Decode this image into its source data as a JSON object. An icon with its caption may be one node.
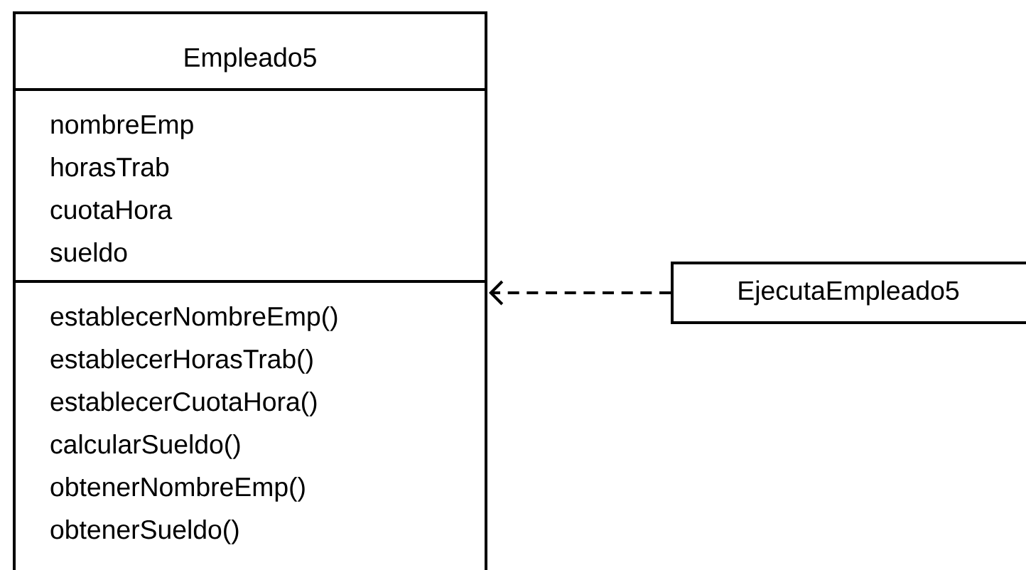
{
  "diagram": {
    "nodes": [
      {
        "text": [
          "Empleado5"
        ]
      },
      {
        "text": [
          "nombreEmp",
          "horasTrab",
          "cuotaHora",
          "sueldo"
        ],
        "in": 0
      },
      {
        "text": [
          "establecerNombreEmp()",
          "establecerHorasTrab()",
          "establecerCuotaHora()",
          "calcularSueldo()",
          "obtenerNombreEmp()",
          "obtenerSueldo()"
        ],
        "in": 0
      },
      {
        "text": [
          "EjecutaEmpleado5"
        ]
      }
    ],
    "edges": [
      {
        "from": 3,
        "to": 0,
        "arrow": "to",
        "style": "dashed"
      }
    ]
  }
}
